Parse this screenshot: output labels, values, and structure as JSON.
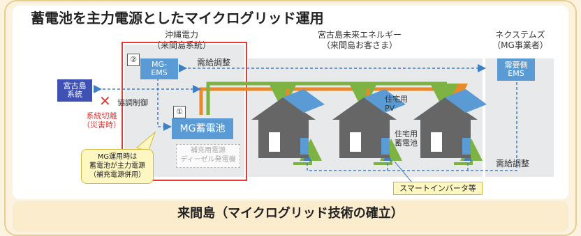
{
  "title": "蓄電池を主力電源としたマイクログリッド運用",
  "bottom_title": "来間島（マイクログリッド技術の確立）",
  "okinawa": {
    "line1": "沖縄電力",
    "line2": "（来間島系統）"
  },
  "miyako_mirai": {
    "line1": "宮古島未来エネルギー",
    "line2": "（来間島お客さま）"
  },
  "nextems": {
    "line1": "ネクステムズ",
    "line2": "（MG事業者）"
  },
  "mg_ems": {
    "num": "②",
    "line1": "MG-",
    "line2": "EMS"
  },
  "demand_ems": {
    "line1": "需要側",
    "line2": "EMS"
  },
  "grid": {
    "line1": "宮古島",
    "line2": "系統"
  },
  "mg_battery": {
    "num": "①",
    "label": "MG蓄電池"
  },
  "supply_adjust_top": "需給調整",
  "supply_adjust_bottom": "需給調整",
  "coop_control": "協調制御",
  "disconnect": {
    "mark": "✕",
    "line1": "系統切離",
    "line2": "（災害時）"
  },
  "backup_gen": {
    "line1": "補充用電源",
    "line2": "ディーゼル発電機"
  },
  "callout": {
    "line1": "MG運用時は",
    "line2": "蓄電池が主力電源",
    "line3": "（補充電源併用）"
  },
  "home_pv": {
    "line1": "住宅用",
    "line2": "PV"
  },
  "home_battery": {
    "line1": "住宅用",
    "line2": "蓄電池"
  },
  "smart_inverter": "スマートインバータ等",
  "colors": {
    "green": "#7cb342",
    "orange": "#e8892b",
    "blue_box": "#5b9bd5",
    "navy_box": "#3f51b5",
    "red": "#e53935",
    "house": "#666666",
    "panel": "#5b9bd5"
  }
}
